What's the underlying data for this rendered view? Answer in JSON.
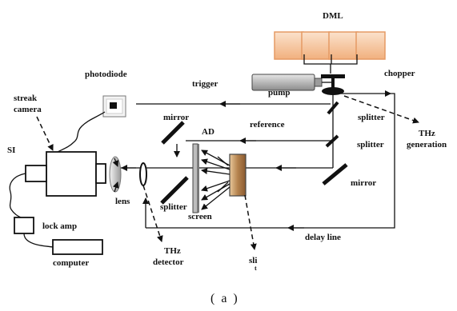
{
  "labels": {
    "dml": "DML",
    "photodiode": "photodiode",
    "trigger": "trigger",
    "pump": "pump",
    "chopper": "chopper",
    "streak_camera_line1": "streak",
    "streak_camera_line2": "camera",
    "mirror_top": "mirror",
    "reference": "reference",
    "splitter_1": "splitter",
    "thz_generation_line1": "THz",
    "thz_generation_line2": "generation",
    "ad": "AD",
    "splitter_2": "splitter",
    "si": "SI",
    "lens": "lens",
    "splitter_3": "splitter",
    "screen": "screen",
    "mirror_right": "mirror",
    "lock_amp": "lock amp",
    "delay_line": "delay line",
    "computer": "computer",
    "thz_detector_line1": "THz",
    "thz_detector_line2": "detector",
    "sli_line1": "sli",
    "sli_line2": "t",
    "caption": "( a )"
  },
  "colors": {
    "dml_fill": "#f7c9a6",
    "dml_stroke": "#e59a64",
    "pump_fill": "#b8b8b8",
    "sample_fill": "#c79a6a",
    "lens_fill": "#cfcfcf",
    "line": "#111111"
  }
}
